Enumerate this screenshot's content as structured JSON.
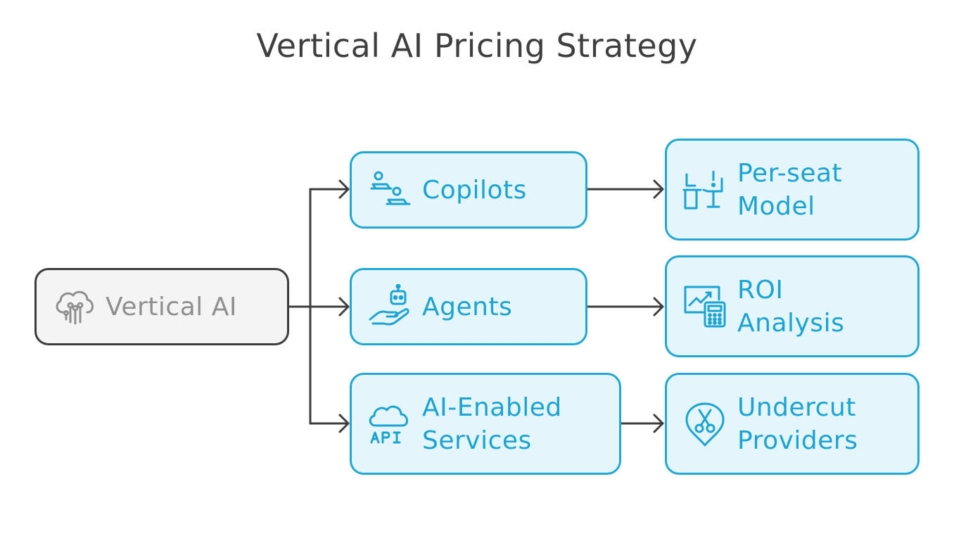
{
  "title": "Vertical AI Pricing Strategy",
  "colors": {
    "accent": "#1fa8d6",
    "accent_fill": "#e4f6fc",
    "root_border": "#3d3d3d",
    "root_fill": "#f4f4f4",
    "root_text": "#8f8f8f",
    "connector": "#3d3d3d"
  },
  "root": {
    "label": "Vertical AI",
    "icon": "cloud-circuit-icon"
  },
  "categories": [
    {
      "label": "Copilots",
      "icon": "people-laptops-icon"
    },
    {
      "label": "Agents",
      "icon": "robot-hand-icon"
    },
    {
      "label": "AI-Enabled Services",
      "label_lines": [
        "AI-Enabled",
        "Services"
      ],
      "icon": "cloud-api-icon"
    }
  ],
  "outcomes": [
    {
      "label": "Per-seat Model",
      "label_lines": [
        "Per-seat",
        "Model"
      ],
      "icon": "office-seat-icon"
    },
    {
      "label": "ROI Analysis",
      "label_lines": [
        "ROI",
        "Analysis"
      ],
      "icon": "chart-calculator-icon"
    },
    {
      "label": "Undercut Providers",
      "label_lines": [
        "Undercut",
        "Providers"
      ],
      "icon": "scissors-pin-icon"
    }
  ]
}
